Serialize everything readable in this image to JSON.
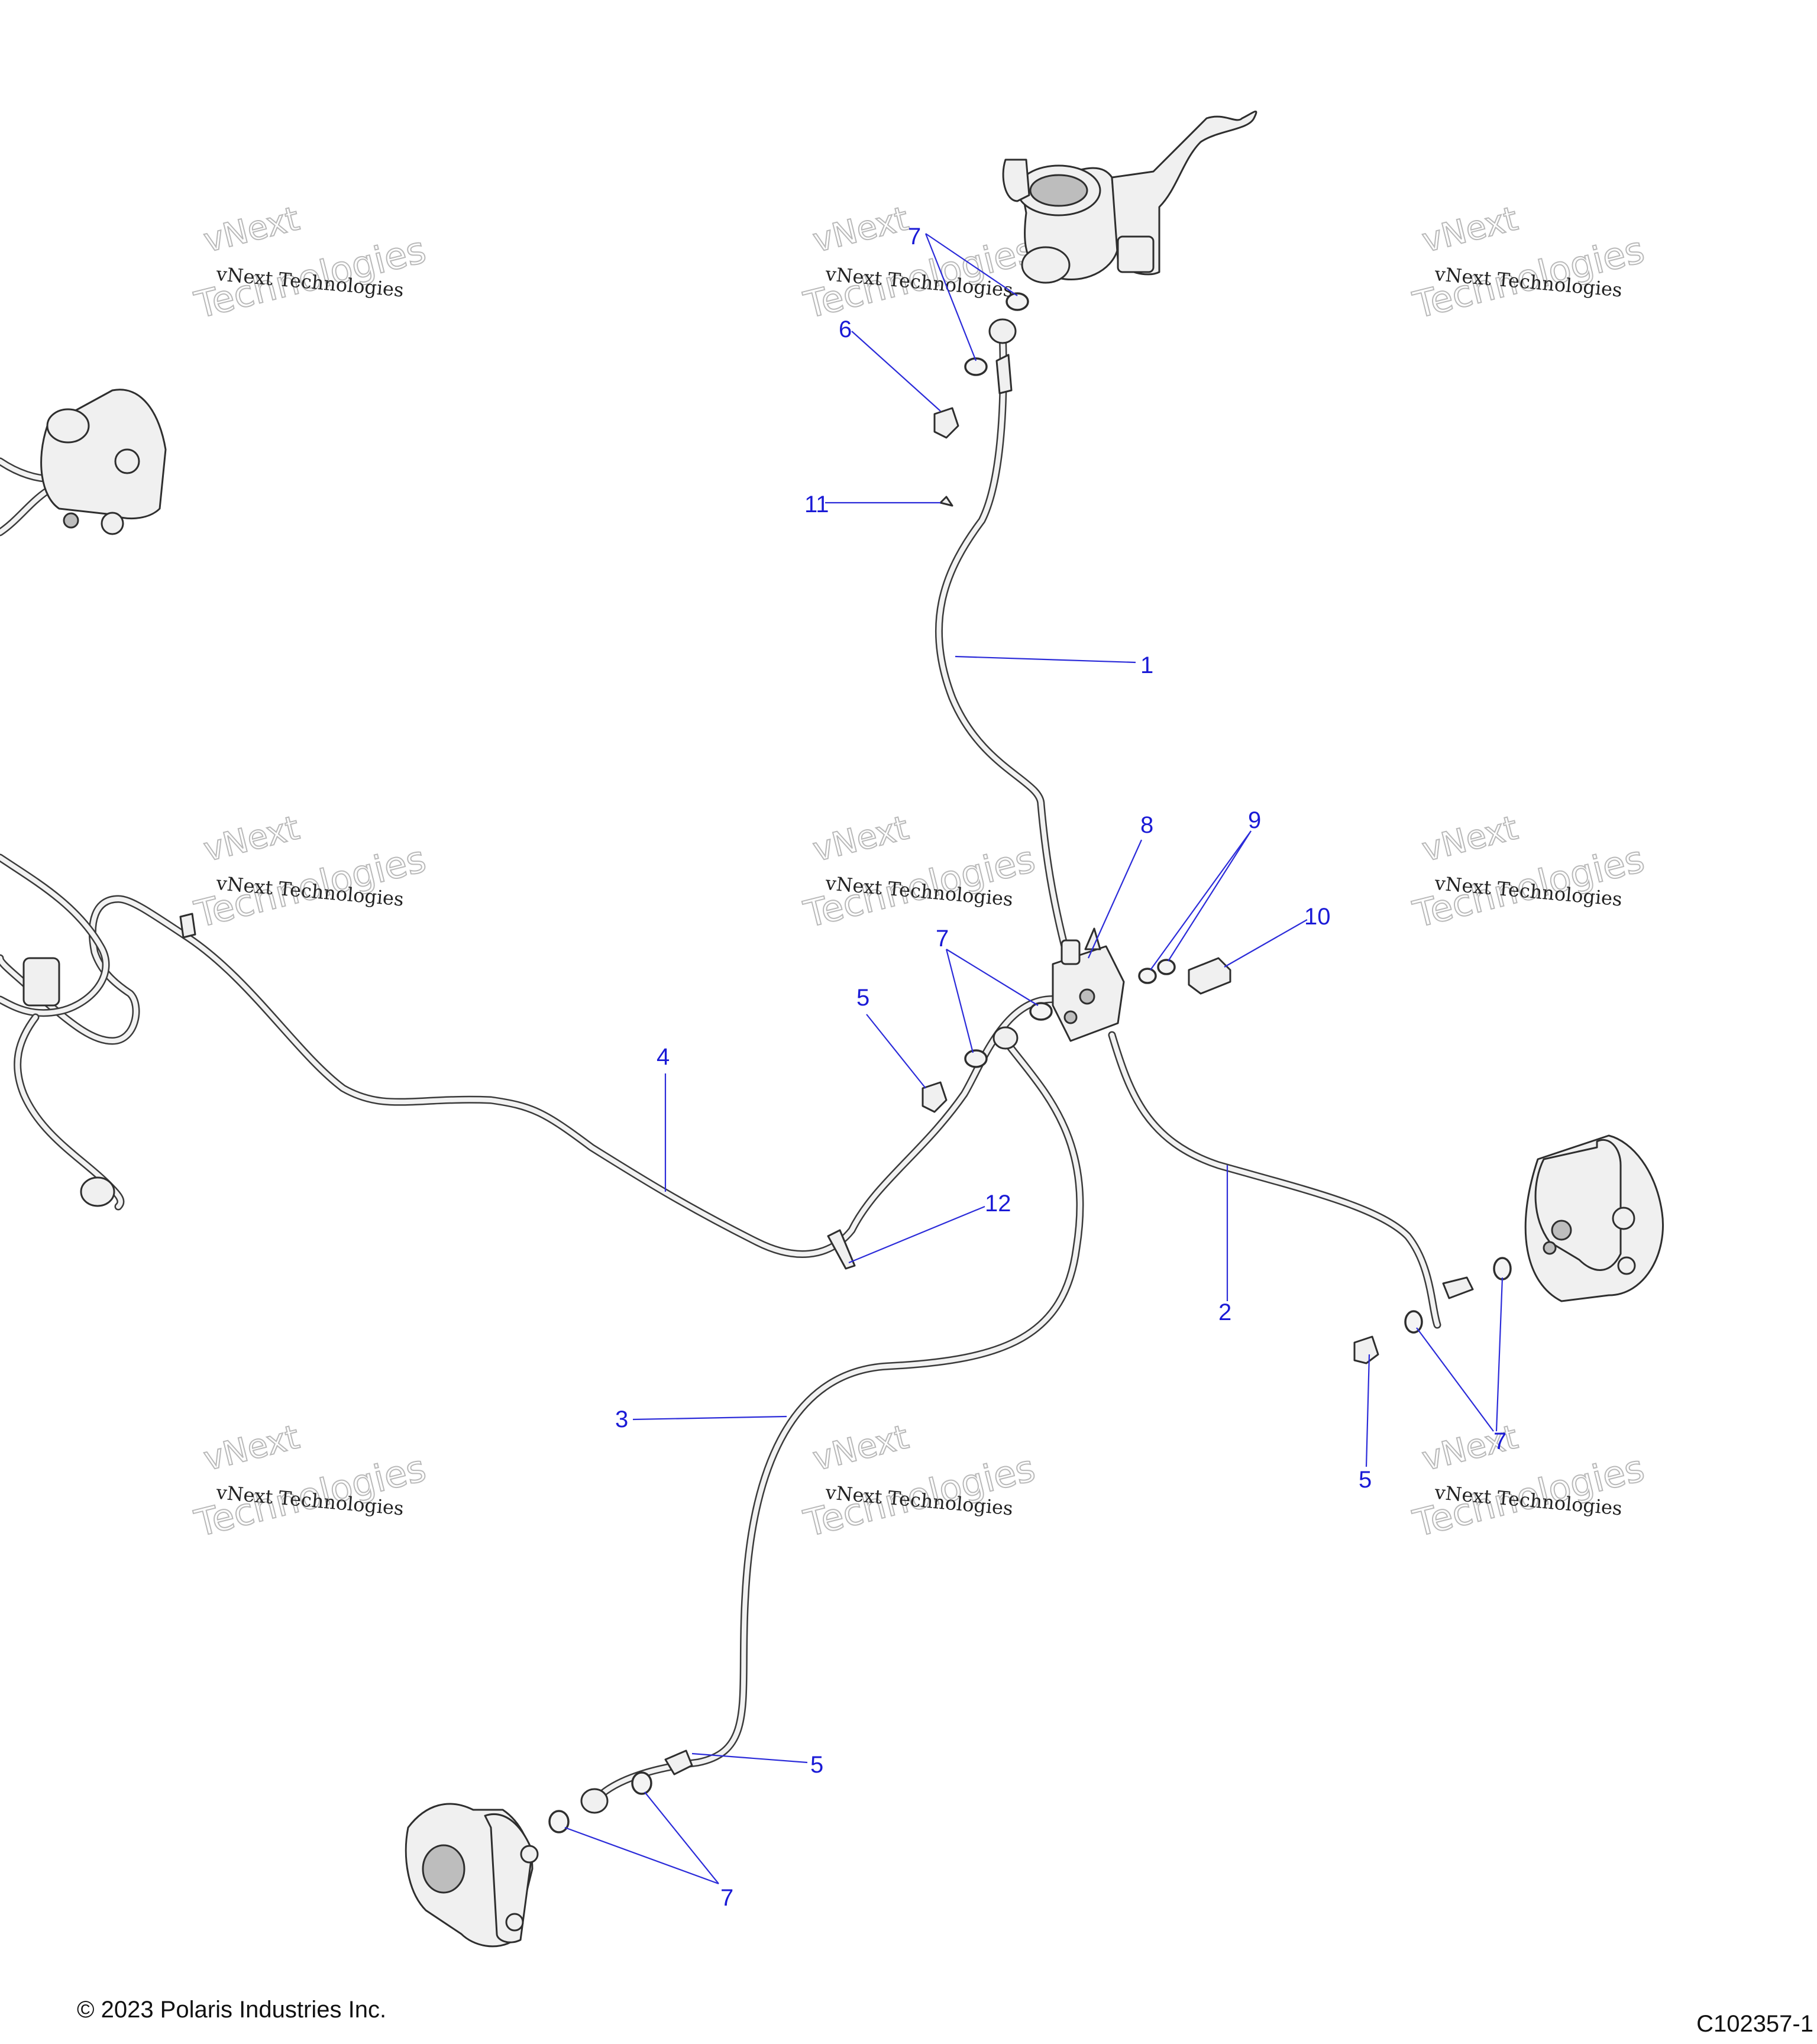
{
  "watermark": {
    "vnext": "vNext",
    "line1": "vNext Technologies",
    "line2": "Technologies"
  },
  "callouts": {
    "c1": "1",
    "c2": "2",
    "c3": "3",
    "c4": "4",
    "c5a": "5",
    "c5b": "5",
    "c5c": "5",
    "c6": "6",
    "c7a": "7",
    "c7b": "7",
    "c7c": "7",
    "c7d": "7",
    "c8": "8",
    "c9": "9",
    "c10": "10",
    "c11": "11",
    "c12": "12"
  },
  "footer": {
    "copyright": "© 2023 Polaris Industries Inc.",
    "figure_id": "C102357-1"
  },
  "colors": {
    "callout": "#1a1ad6",
    "leader": "#2b2bd9",
    "line_art": "#2e2e2e",
    "watermark_outline": "#b9b9b9"
  }
}
